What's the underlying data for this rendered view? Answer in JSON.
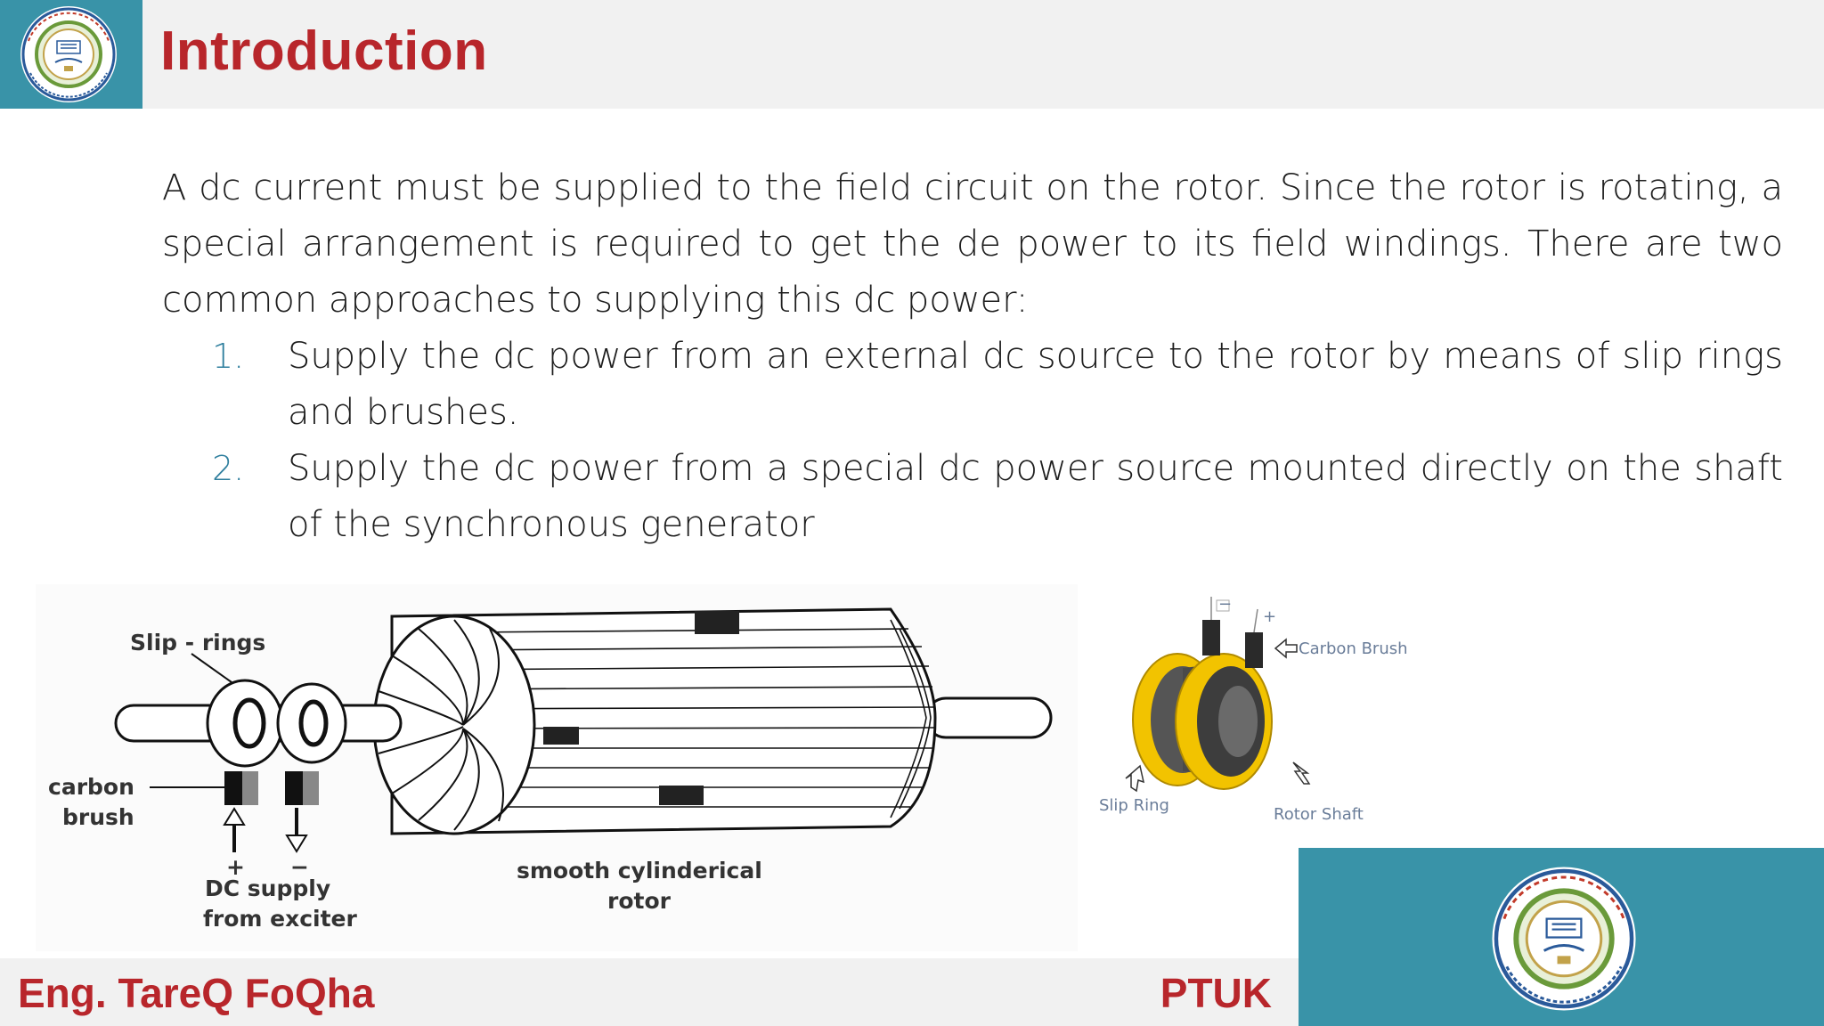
{
  "header": {
    "title": "Introduction"
  },
  "body": {
    "paragraph": "A dc current must be supplied to the field circuit on the rotor. Since the rotor is rotating, a special arrangement is required to get the de power to its field windings. There are two common approaches to supplying this dc power:",
    "items": [
      {
        "num": "1.",
        "text": "Supply the dc power from an external dc source to the rotor by means of slip rings and brushes."
      },
      {
        "num": "2.",
        "text": "Supply the dc power from a special dc power source mounted directly on the shaft of the synchronous generator"
      }
    ]
  },
  "rotor_diagram": {
    "slip_rings": "Slip - rings",
    "carbon": "carbon",
    "brush": "brush",
    "plus": "+",
    "minus": "−",
    "dc_supply": "DC supply",
    "from_exciter": "from exciter",
    "smooth": "smooth cylinderical",
    "rotor": "rotor"
  },
  "slip_diagram": {
    "carbon_brush": "Carbon Brush",
    "slip_ring": "Slip Ring",
    "rotor_shaft": "Rotor Shaft",
    "minus": "−",
    "plus": "+"
  },
  "footer": {
    "author": "Eng. TareQ FoQha",
    "org": "PTUK"
  },
  "colors": {
    "accent_red": "#b8262b",
    "teal": "#3993a8",
    "number_blue": "#2f7f9e",
    "ring_yellow": "#f2c300"
  },
  "icons": [
    "ptu-logo-icon",
    "ptu-seal-icon"
  ]
}
